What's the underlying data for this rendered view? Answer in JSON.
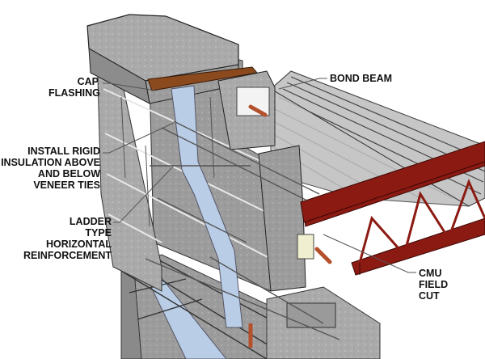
{
  "diagram": {
    "subject": "CMU wall section with bond beam and steel joist bearing",
    "labels": {
      "cap_flashing": "CAP\nFLASHING",
      "rigid_insulation": "INSTALL RIGID\nINSULATION ABOVE\nAND BELOW\nVENEER TIES",
      "ladder_reinforcement": "LADDER\nTYPE\nHORIZONTAL\nREINFORCEMENT",
      "bond_beam": "BOND BEAM",
      "cmu_field_cut": "CMU\nFIELD\nCUT"
    },
    "colors": {
      "cmu": "#9c9c9c",
      "cmu_dark": "#7e7e7e",
      "cmu_light": "#b4b4b4",
      "flashing": "#8a4a1e",
      "insulation": "#b9cde6",
      "deck": "#c4c4c4",
      "joist": "#8b1a12",
      "rebar": "#b5502c",
      "leader": "#555555"
    }
  }
}
